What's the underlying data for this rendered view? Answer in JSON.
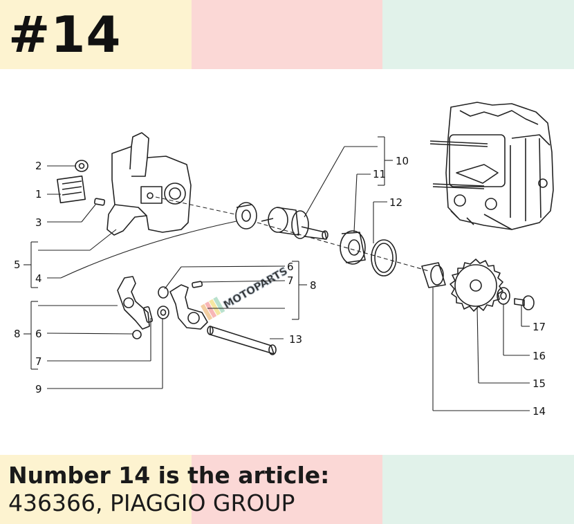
{
  "header": {
    "title": "#14"
  },
  "colors": {
    "band_yellow": "#fdf3d0",
    "band_pink": "#fbd8d6",
    "band_mint": "#e1f2ea",
    "line": "#222222"
  },
  "diagram": {
    "watermark": "MOTOPARTS",
    "callouts": [
      "2",
      "1",
      "3",
      "5",
      "4",
      "8",
      "6",
      "7",
      "9",
      "6",
      "7",
      "8",
      "10",
      "11",
      "12",
      "13",
      "17",
      "16",
      "15",
      "14"
    ]
  },
  "footer": {
    "headline": "Number 14 is the article:",
    "article": "436366, PIAGGIO GROUP"
  }
}
